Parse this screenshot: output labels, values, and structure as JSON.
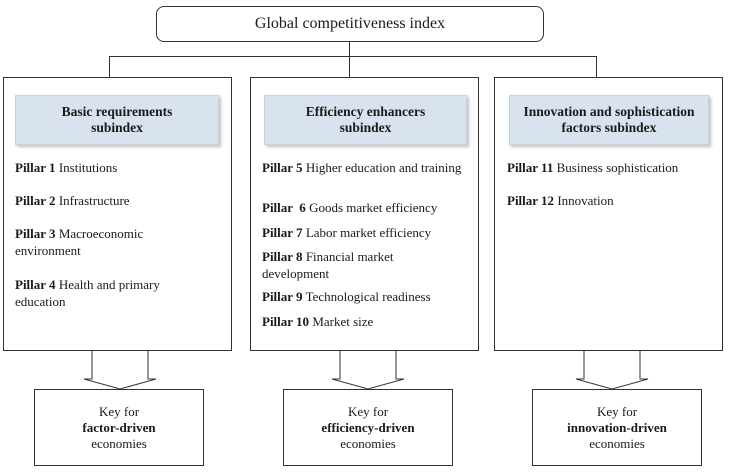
{
  "title": "Global competitiveness index",
  "columns": [
    {
      "subindex": [
        "Basic requirements",
        "subindex"
      ],
      "pillars": [
        {
          "num": "Pillar 1",
          "text": " Institutions"
        },
        {
          "num": "Pillar 2",
          "text": " Infrastructure"
        },
        {
          "num": "Pillar 3",
          "text": " Macroeconomic environment"
        },
        {
          "num": "Pillar 4",
          "text": " Health and primary education"
        }
      ],
      "key": {
        "line1": "Key for",
        "line2": "factor-driven",
        "line3": "economies"
      }
    },
    {
      "subindex": [
        "Efficiency enhancers",
        "subindex"
      ],
      "pillars": [
        {
          "num": "Pillar 5",
          "text": " Higher education and training"
        },
        {
          "num": "Pillar  6",
          "text": " Goods market efficiency"
        },
        {
          "num": "Pillar 7",
          "text": " Labor market efficiency"
        },
        {
          "num": "Pillar 8",
          "text": " Financial market development"
        },
        {
          "num": "Pillar 9",
          "text": " Technological readiness"
        },
        {
          "num": "Pillar 10",
          "text": " Market size"
        }
      ],
      "key": {
        "line1": "Key for",
        "line2": "efficiency-driven",
        "line3": "economies"
      }
    },
    {
      "subindex": [
        "Innovation and sophistication",
        "factors subindex"
      ],
      "pillars": [
        {
          "num": "Pillar 11",
          "text": " Business sophistication"
        },
        {
          "num": "Pillar 12",
          "text": " Innovation"
        }
      ],
      "key": {
        "line1": "Key for",
        "line2": "innovation-driven",
        "line3": "economies"
      }
    }
  ]
}
